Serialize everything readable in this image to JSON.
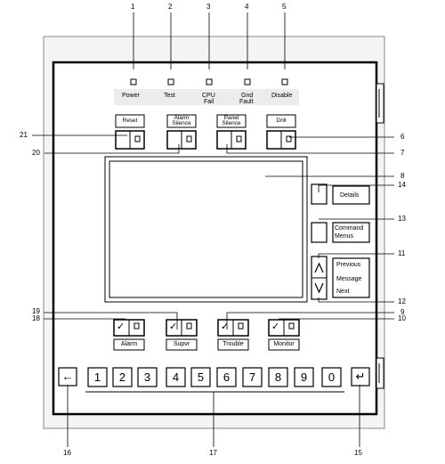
{
  "callouts": [
    "1",
    "2",
    "3",
    "4",
    "5",
    "6",
    "7",
    "8",
    "9",
    "10",
    "11",
    "12",
    "13",
    "14",
    "15",
    "16",
    "17",
    "18",
    "19",
    "20",
    "21"
  ],
  "leds": [
    {
      "line1": "Power",
      "line2": ""
    },
    {
      "line1": "Test",
      "line2": ""
    },
    {
      "line1": "CPU",
      "line2": "Fail"
    },
    {
      "line1": "Gnd",
      "line2": "Fault"
    },
    {
      "line1": "Disable",
      "line2": ""
    }
  ],
  "top_buttons": [
    {
      "line1": "Reset",
      "line2": ""
    },
    {
      "line1": "Alarm",
      "line2": "Silence"
    },
    {
      "line1": "Panel",
      "line2": "Silence"
    },
    {
      "line1": "Drill",
      "line2": ""
    }
  ],
  "side_buttons": {
    "details": "Details",
    "command_line1": "Command",
    "command_line2": "Menus",
    "previous": "Previous",
    "message": "Message",
    "next": "Next"
  },
  "status_buttons": [
    "Alarm",
    "Supvr",
    "Trouble",
    "Monitor"
  ],
  "keypad": [
    "1",
    "2",
    "3",
    "4",
    "5",
    "6",
    "7",
    "8",
    "9",
    "0"
  ],
  "glyphs": {
    "back": "←",
    "enter": "↵",
    "check": "✓",
    "up": "/\\",
    "down": "\\/"
  }
}
